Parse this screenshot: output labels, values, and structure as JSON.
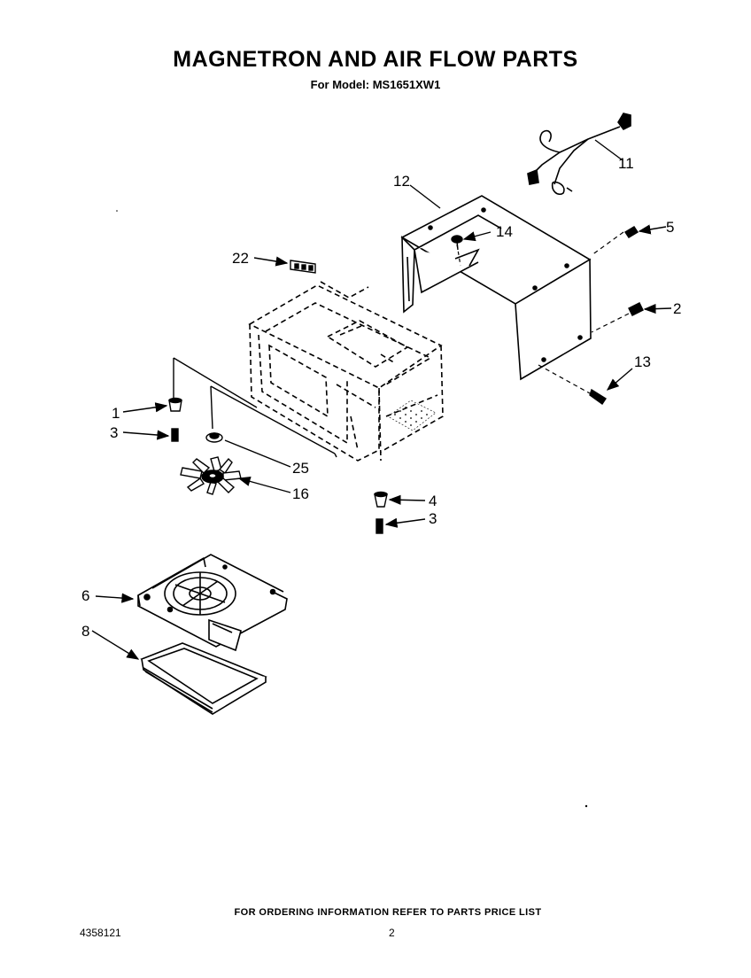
{
  "header": {
    "title": "MAGNETRON AND AIR FLOW PARTS",
    "subtitle": "For Model: MS1651XW1"
  },
  "footer": {
    "ordering_note": "FOR ORDERING INFORMATION REFER TO PARTS PRICE LIST",
    "document_number": "4358121",
    "page_number": "2"
  },
  "callouts": {
    "c1": "1",
    "c2": "2",
    "c3a": "3",
    "c3b": "3",
    "c4": "4",
    "c5": "5",
    "c6": "6",
    "c8": "8",
    "c11": "11",
    "c12": "12",
    "c13": "13",
    "c14": "14",
    "c16": "16",
    "c22": "22",
    "c25": "25"
  }
}
